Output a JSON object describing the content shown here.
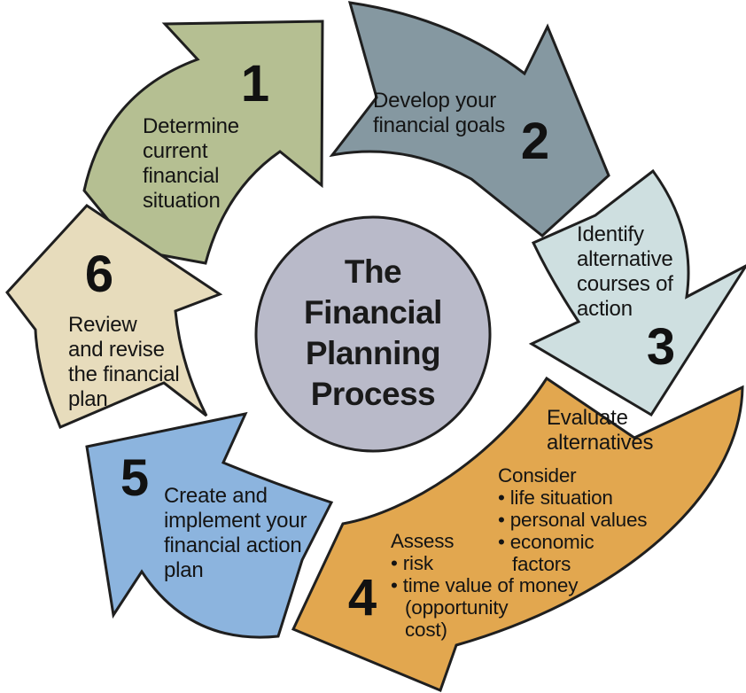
{
  "center": {
    "color": "#b9bac9",
    "lines": [
      "The",
      "Financial",
      "Planning",
      "Process"
    ]
  },
  "outline_color": "#1f1f1f",
  "steps": [
    {
      "number": "1",
      "color": "#b5bf92",
      "lines": [
        "Determine",
        "current",
        "financial",
        "situation"
      ]
    },
    {
      "number": "2",
      "color": "#8598a1",
      "lines": [
        "Develop your",
        "financial goals"
      ]
    },
    {
      "number": "3",
      "color": "#cedfe0",
      "lines": [
        "Identify",
        "alternative",
        "courses of",
        "action"
      ]
    },
    {
      "number": "4",
      "color": "#e2a74f",
      "lines": [
        "Evaluate",
        "alternatives"
      ],
      "consider_lines": [
        "Consider",
        "• life situation",
        "• personal values",
        "• economic",
        "factors"
      ],
      "assess_lines": [
        "Assess",
        "• risk",
        "• time value of money",
        "(opportunity",
        "cost)"
      ]
    },
    {
      "number": "5",
      "color": "#8cb4de",
      "lines": [
        "Create and",
        "implement your",
        "financial action",
        "plan"
      ]
    },
    {
      "number": "6",
      "color": "#e7dcbc",
      "lines": [
        "Review",
        "and revise",
        "the financial",
        "plan"
      ]
    }
  ]
}
